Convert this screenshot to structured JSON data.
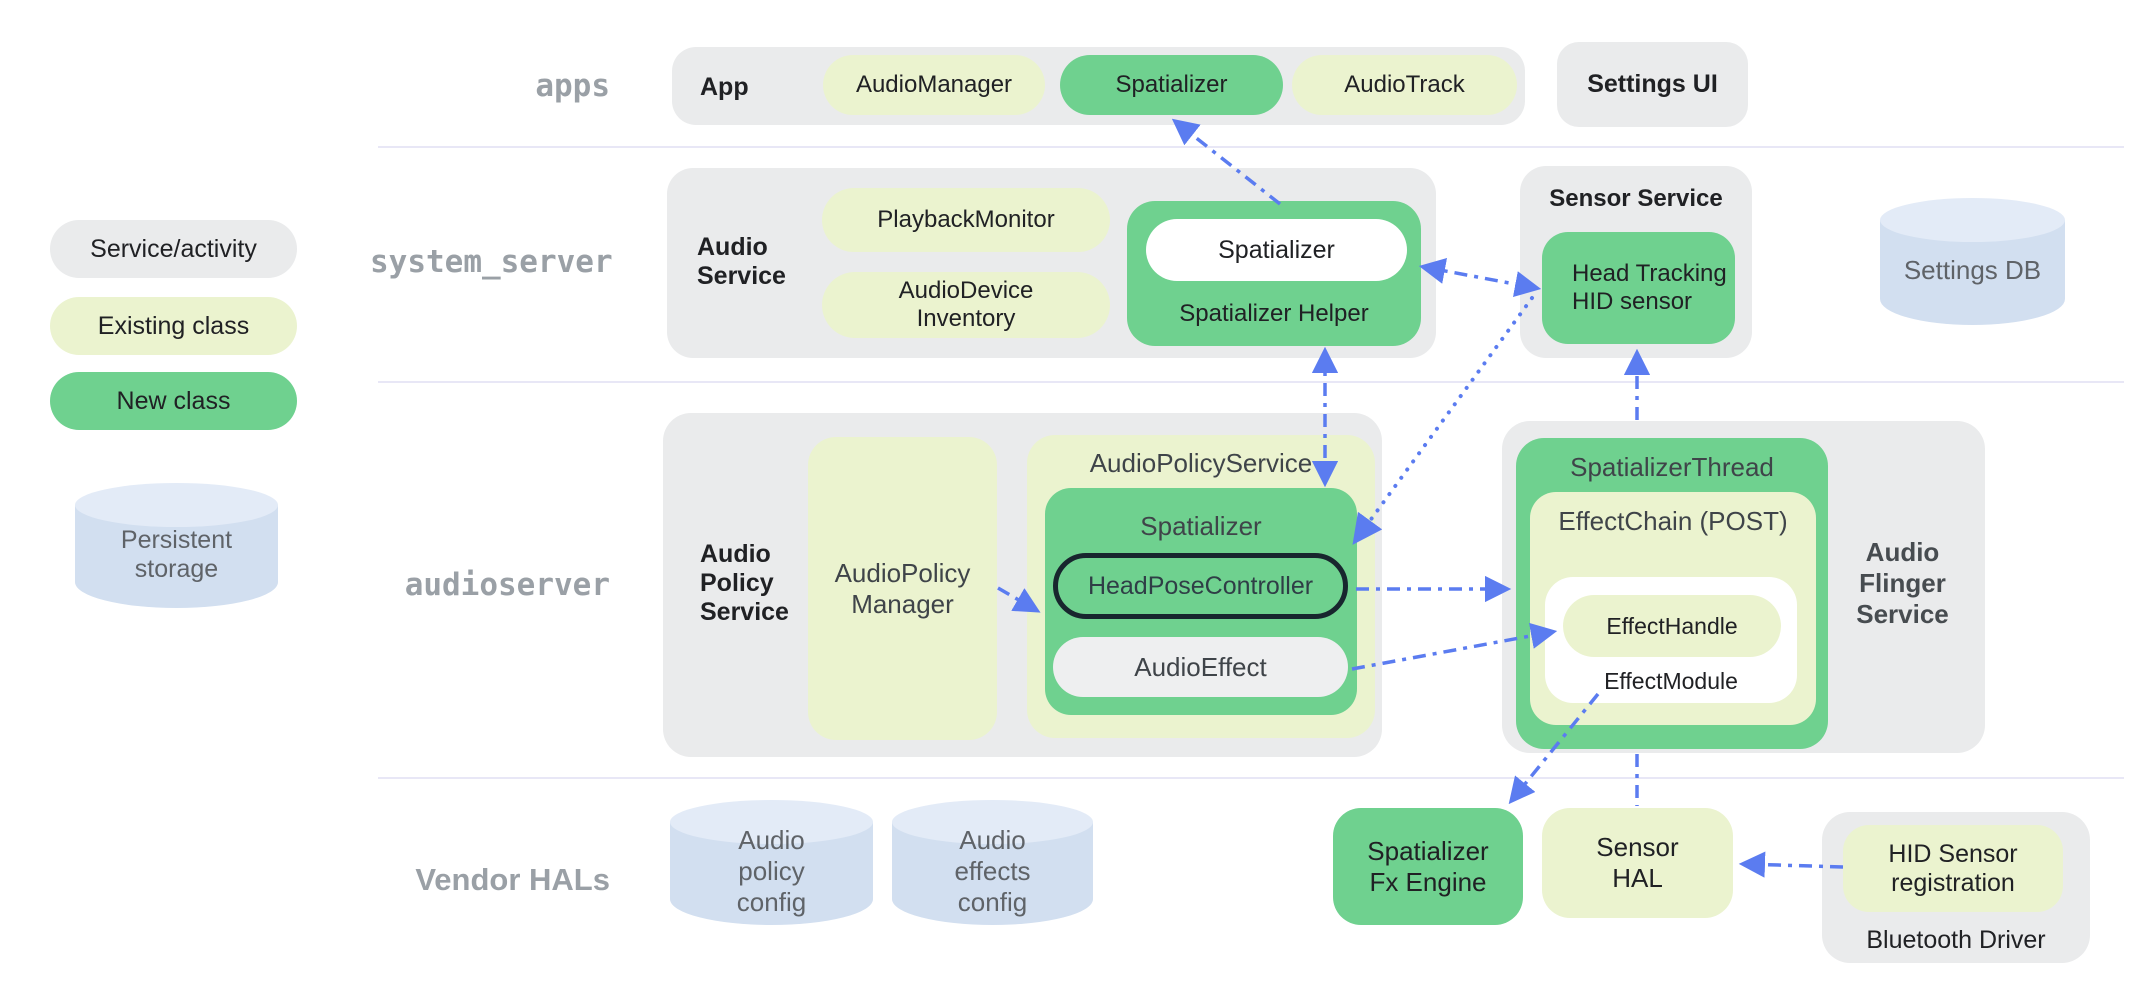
{
  "colors": {
    "green": "#6fd18f",
    "pale_green": "#ebf3cf",
    "gray_box": "#eaebec",
    "arrow_blue": "#5b7cf0",
    "cylinder_body": "#d2dff0",
    "cylinder_top": "#e3ebf7",
    "dark_outline": "#18262e",
    "separator": "#e8e7f6",
    "muted_label": "#9aa0a6",
    "text_dark": "#202124",
    "text_gray": "#5f6368"
  },
  "legend": {
    "service_activity": "Service/activity",
    "existing_class": "Existing class",
    "new_class": "New class",
    "persistent_storage": "Persistent storage"
  },
  "row_labels": {
    "apps": "apps",
    "system_server": "system_server",
    "audioserver": "audioserver",
    "vendor_hals": "Vendor HALs"
  },
  "apps_row": {
    "app": "App",
    "audio_manager": "AudioManager",
    "spatializer": "Spatializer",
    "audio_track": "AudioTrack",
    "settings_ui": "Settings UI"
  },
  "system_server_row": {
    "audio_service": "Audio Service",
    "playback_monitor": "PlaybackMonitor",
    "audio_device_inventory": "AudioDevice Inventory",
    "spatializer": "Spatializer",
    "spatializer_helper": "Spatializer Helper",
    "sensor_service": "Sensor Service",
    "head_tracking_hid_sensor": "Head Tracking HID sensor",
    "settings_db": "Settings DB"
  },
  "audioserver_row": {
    "audio_policy_service": "Audio Policy Service",
    "audio_policy_manager": "AudioPolicy Manager",
    "audio_policy_service_class": "AudioPolicyService",
    "spatializer": "Spatializer",
    "head_pose_controller": "HeadPoseController",
    "audio_effect": "AudioEffect",
    "audio_flinger_service": "Audio Flinger Service",
    "spatializer_thread": "SpatializerThread",
    "effect_chain": "EffectChain (POST)",
    "effect_handle": "EffectHandle",
    "effect_module": "EffectModule"
  },
  "vendor_row": {
    "audio_policy_config": "Audio policy config",
    "audio_effects_config": "Audio effects config",
    "spatializer_fx_engine": "Spatializer Fx Engine",
    "sensor_hal": "Sensor HAL",
    "hid_sensor_registration": "HID Sensor registration",
    "bluetooth_driver": "Bluetooth Driver"
  }
}
